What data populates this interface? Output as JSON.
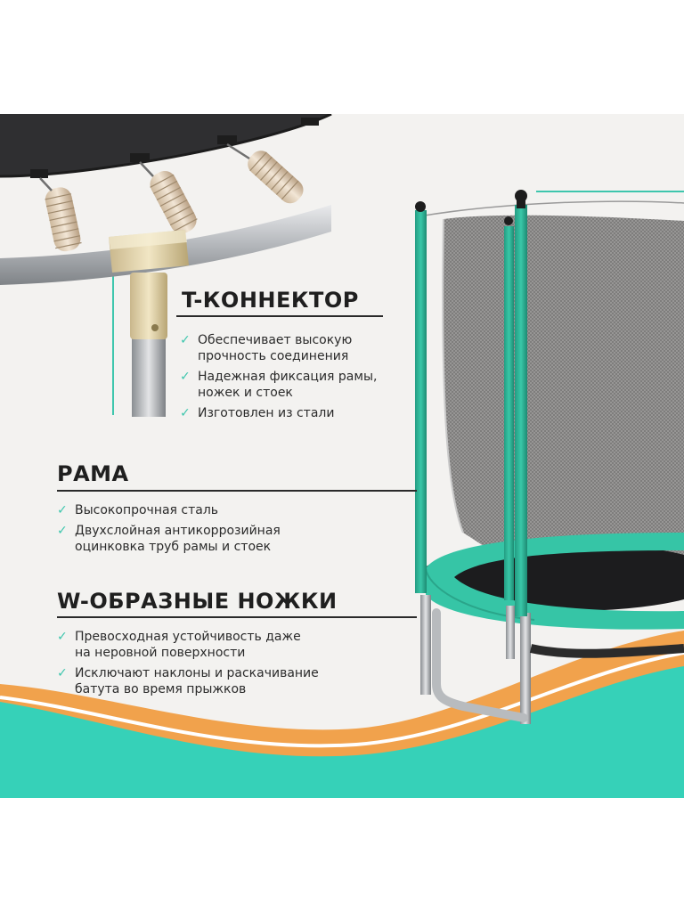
{
  "colors": {
    "accent": "#3ec6ad",
    "mint": "#36d1b8",
    "orange": "#f1a24c",
    "text": "#1f1f1f",
    "background": "#f3f2f0"
  },
  "sections": [
    {
      "title": "T-КОННЕКТОР",
      "bullets": [
        "Обеспечивает высокую\nпрочность соединения",
        "Надежная фиксация рамы,\nножек и стоек",
        "Изготовлен из стали"
      ]
    },
    {
      "title": "РАМА",
      "bullets": [
        "Высокопрочная сталь",
        "Двухслойная антикоррозийная\nоцинковка труб рамы и стоек"
      ]
    },
    {
      "title": "W-ОБРАЗНЫЕ НОЖКИ",
      "bullets": [
        "Превосходная устойчивость даже\nна неровной поверхности",
        "Исключают наклоны и раскачивание\nбатута во время прыжков"
      ]
    }
  ],
  "icons": {
    "bullet": "check-icon"
  }
}
